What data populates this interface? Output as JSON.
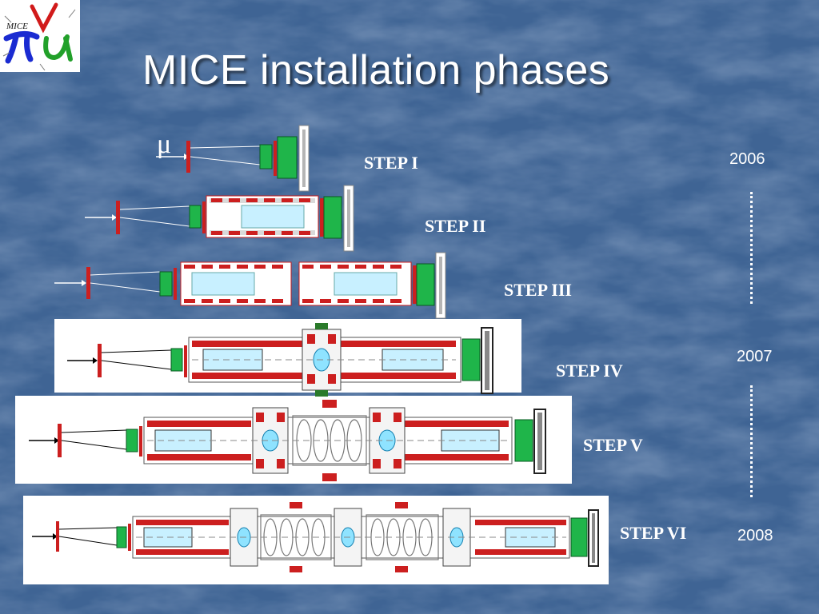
{
  "slide": {
    "title": "MICE installation phases",
    "mu_symbol": "μ",
    "steps": [
      {
        "label": "STEP I"
      },
      {
        "label": "STEP II"
      },
      {
        "label": "STEP III"
      },
      {
        "label": "STEP IV"
      },
      {
        "label": "STEP V"
      },
      {
        "label": "STEP VI"
      }
    ],
    "years": [
      "2006",
      "2007",
      "2008"
    ],
    "logo_text": "MICE"
  },
  "colors": {
    "background": "#3f6494",
    "absorber_red": "#cc1f1f",
    "detector_green": "#1fb54a",
    "coil_blue": "#c8f0ff",
    "panel_white": "#ffffff"
  }
}
